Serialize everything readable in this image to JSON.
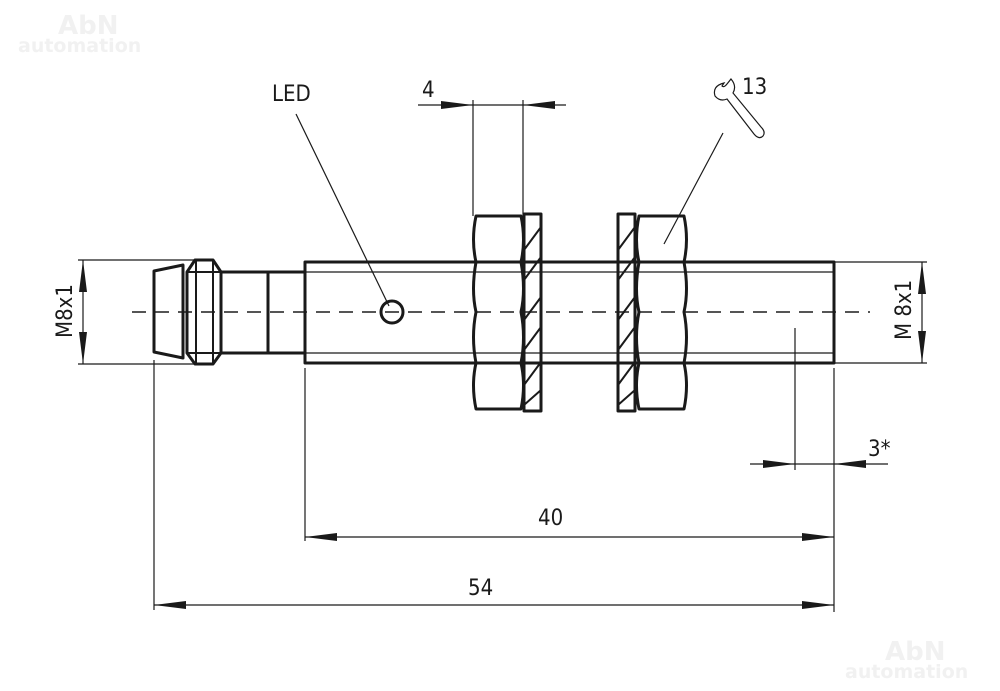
{
  "watermark": {
    "line1": "AbN",
    "line2": "automation"
  },
  "labels": {
    "led": "LED",
    "nut_thickness": "4",
    "wrench_size": "13",
    "thread_left": "M8x1",
    "thread_right": "M 8x1",
    "sensing_offset": "3*",
    "body_length": "40",
    "total_length": "54"
  },
  "icons": {
    "wrench": "wrench-icon"
  },
  "colors": {
    "line": "#1a1a1a",
    "centerline": "#555555",
    "watermark": "#f1f1f1"
  }
}
